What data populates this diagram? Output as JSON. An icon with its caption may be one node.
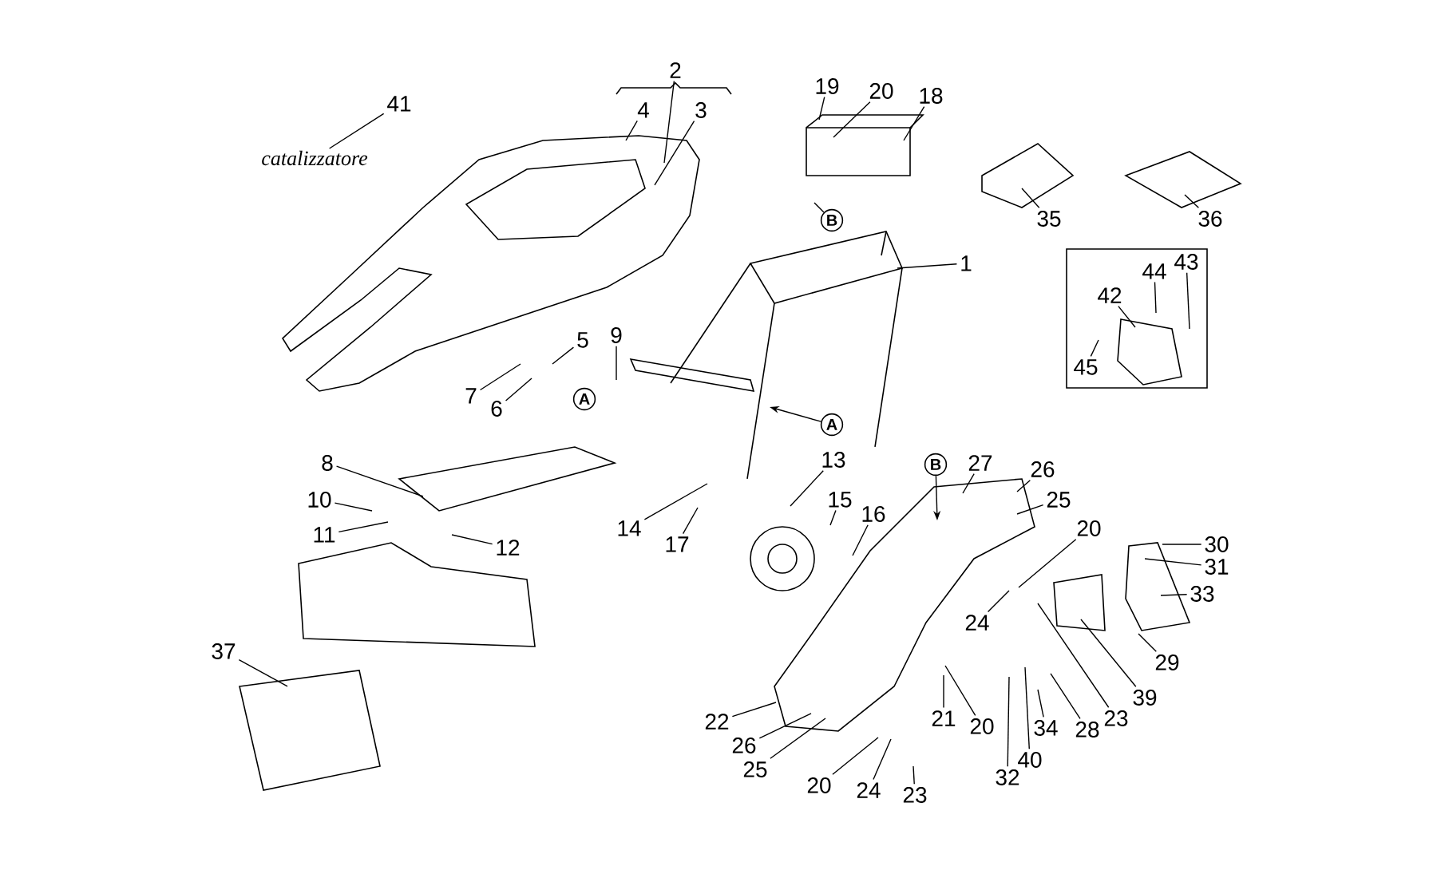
{
  "diagram": {
    "nodes": [
      {
        "text": [
          "41"
        ]
      },
      {
        "text": [
          "catalizzatore"
        ]
      },
      {
        "text": [
          "2"
        ]
      },
      {
        "text": [
          "4"
        ]
      },
      {
        "text": [
          "3"
        ]
      },
      {
        "text": [
          "19"
        ]
      },
      {
        "text": [
          "20"
        ]
      },
      {
        "text": [
          "18"
        ]
      },
      {
        "text": [
          "1"
        ]
      },
      {
        "text": [
          "B"
        ]
      },
      {
        "text": [
          "35"
        ]
      },
      {
        "text": [
          "36"
        ]
      },
      {
        "text": [],
        "shape": "box"
      },
      {
        "text": [
          "44"
        ],
        "in": 12
      },
      {
        "text": [
          "43"
        ],
        "in": 12
      },
      {
        "text": [
          "42"
        ],
        "in": 12
      },
      {
        "text": [
          "45"
        ],
        "in": 12
      },
      {
        "text": [
          "5"
        ]
      },
      {
        "text": [
          "9"
        ]
      },
      {
        "text": [
          "7"
        ]
      },
      {
        "text": [
          "6"
        ]
      },
      {
        "text": [
          "A"
        ]
      },
      {
        "text": [
          "A"
        ]
      },
      {
        "text": [
          "8"
        ]
      },
      {
        "text": [
          "13"
        ]
      },
      {
        "text": [
          "27"
        ]
      },
      {
        "text": [
          "B"
        ]
      },
      {
        "text": [
          "26"
        ]
      },
      {
        "text": [
          "10"
        ]
      },
      {
        "text": [
          "15"
        ]
      },
      {
        "text": [
          "25"
        ]
      },
      {
        "text": [
          "16"
        ]
      },
      {
        "text": [
          "14"
        ]
      },
      {
        "text": [
          "20"
        ]
      },
      {
        "text": [
          "11"
        ]
      },
      {
        "text": [
          "17"
        ]
      },
      {
        "text": [
          "12"
        ]
      },
      {
        "text": [
          "30"
        ]
      },
      {
        "text": [
          "31"
        ]
      },
      {
        "text": [
          "33"
        ]
      },
      {
        "text": [
          "24"
        ]
      },
      {
        "text": [
          "37"
        ]
      },
      {
        "text": [
          "29"
        ]
      },
      {
        "text": [
          "39"
        ]
      },
      {
        "text": [
          "23"
        ]
      },
      {
        "text": [
          "22"
        ]
      },
      {
        "text": [
          "21"
        ]
      },
      {
        "text": [
          "20"
        ]
      },
      {
        "text": [
          "34"
        ]
      },
      {
        "text": [
          "28"
        ]
      },
      {
        "text": [
          "26"
        ]
      },
      {
        "text": [
          "40"
        ]
      },
      {
        "text": [
          "25"
        ]
      },
      {
        "text": [
          "32"
        ]
      },
      {
        "text": [
          "20"
        ]
      },
      {
        "text": [
          "24"
        ]
      },
      {
        "text": [
          "23"
        ]
      }
    ],
    "edges": [
      {
        "from": 0,
        "to": 1,
        "arrow": "none"
      },
      {
        "from": 2,
        "to": null,
        "arrow": "none"
      },
      {
        "from": 3,
        "to": null,
        "arrow": "none"
      },
      {
        "from": 4,
        "to": null,
        "arrow": "none"
      },
      {
        "from": 5,
        "to": null,
        "arrow": "none"
      },
      {
        "from": 6,
        "to": null,
        "arrow": "none"
      },
      {
        "from": 7,
        "to": null,
        "arrow": "none"
      },
      {
        "from": 8,
        "to": null,
        "arrow": "none"
      },
      {
        "from": null,
        "to": 9,
        "arrow": "none"
      },
      {
        "from": 10,
        "to": null,
        "arrow": "none"
      },
      {
        "from": 11,
        "to": null,
        "arrow": "none"
      },
      {
        "from": 13,
        "to": null,
        "arrow": "none"
      },
      {
        "from": 14,
        "to": null,
        "arrow": "none"
      },
      {
        "from": 15,
        "to": null,
        "arrow": "none"
      },
      {
        "from": 16,
        "to": null,
        "arrow": "none"
      },
      {
        "from": 17,
        "to": null,
        "arrow": "none"
      },
      {
        "from": 18,
        "to": null,
        "arrow": "none"
      },
      {
        "from": 19,
        "to": null,
        "arrow": "none"
      },
      {
        "from": 20,
        "to": null,
        "arrow": "none"
      },
      {
        "from": 22,
        "to": null,
        "arrow": "to"
      },
      {
        "from": 23,
        "to": null,
        "arrow": "none"
      },
      {
        "from": 24,
        "to": null,
        "arrow": "none"
      },
      {
        "from": 25,
        "to": null,
        "arrow": "none"
      },
      {
        "from": 26,
        "to": null,
        "arrow": "to"
      },
      {
        "from": 27,
        "to": null,
        "arrow": "none"
      },
      {
        "from": 28,
        "to": null,
        "arrow": "none"
      },
      {
        "from": 29,
        "to": null,
        "arrow": "none"
      },
      {
        "from": 30,
        "to": null,
        "arrow": "none"
      },
      {
        "from": 31,
        "to": null,
        "arrow": "none"
      },
      {
        "from": 32,
        "to": null,
        "arrow": "none"
      },
      {
        "from": 33,
        "to": null,
        "arrow": "none"
      },
      {
        "from": 34,
        "to": null,
        "arrow": "none"
      },
      {
        "from": 35,
        "to": null,
        "arrow": "none"
      },
      {
        "from": 36,
        "to": null,
        "arrow": "none"
      },
      {
        "from": 37,
        "to": null,
        "arrow": "none"
      },
      {
        "from": 38,
        "to": null,
        "arrow": "none"
      },
      {
        "from": 39,
        "to": null,
        "arrow": "none"
      },
      {
        "from": 40,
        "to": null,
        "arrow": "none"
      },
      {
        "from": 41,
        "to": null,
        "arrow": "none"
      },
      {
        "from": 42,
        "to": null,
        "arrow": "none"
      },
      {
        "from": 43,
        "to": null,
        "arrow": "none"
      },
      {
        "from": 44,
        "to": null,
        "arrow": "none"
      },
      {
        "from": 45,
        "to": null,
        "arrow": "none"
      },
      {
        "from": 46,
        "to": null,
        "arrow": "none"
      },
      {
        "from": 47,
        "to": null,
        "arrow": "none"
      },
      {
        "from": 48,
        "to": null,
        "arrow": "none"
      },
      {
        "from": 49,
        "to": null,
        "arrow": "none"
      },
      {
        "from": 50,
        "to": null,
        "arrow": "none"
      },
      {
        "from": 51,
        "to": null,
        "arrow": "none"
      },
      {
        "from": 52,
        "to": null,
        "arrow": "none"
      },
      {
        "from": 53,
        "to": null,
        "arrow": "none"
      },
      {
        "from": 54,
        "to": null,
        "arrow": "none"
      },
      {
        "from": 55,
        "to": null,
        "arrow": "none"
      },
      {
        "from": 56,
        "to": null,
        "arrow": "none"
      }
    ]
  }
}
